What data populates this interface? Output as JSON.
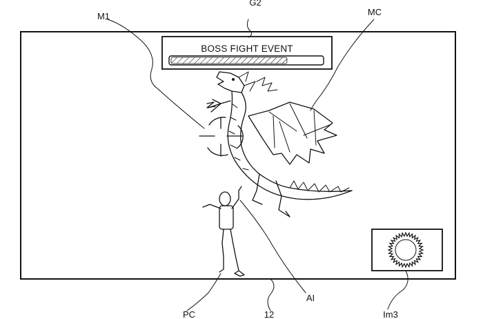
{
  "hud": {
    "event_title": "BOSS FIGHT EVENT",
    "boss_health_fraction": 0.77
  },
  "labels": {
    "g2": "G2",
    "m1": "M1",
    "mc": "MC",
    "ai": "AI",
    "pc": "PC",
    "screen": "12",
    "im3": "Im3"
  }
}
